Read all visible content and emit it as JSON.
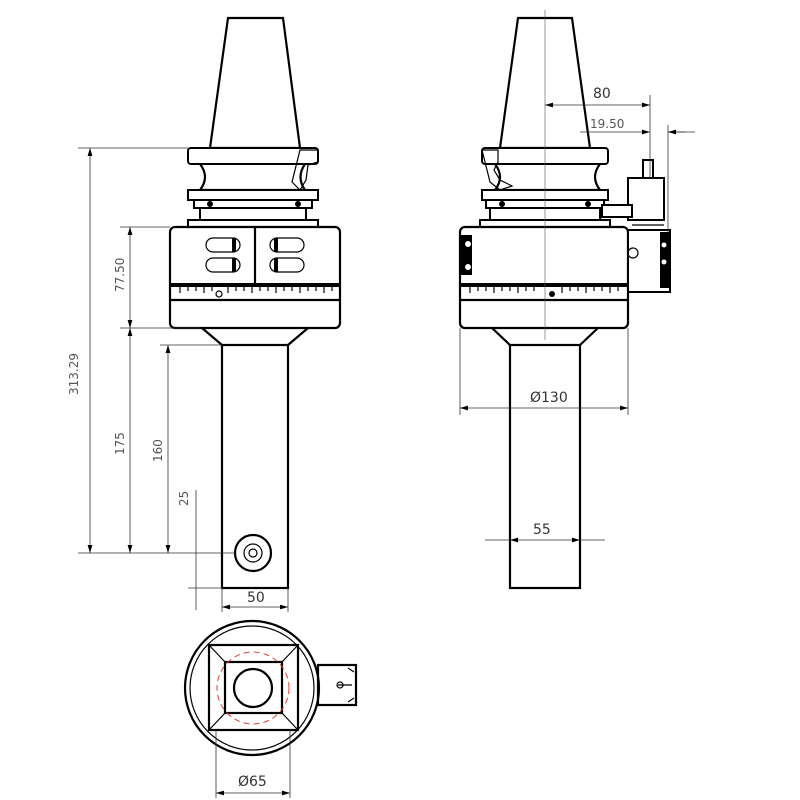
{
  "dimensions": {
    "overall_length": "313.29",
    "body_height": "77.50",
    "shank_from_body": "175",
    "shank_length": "160",
    "hole_offset": "25",
    "shank_width_side": "50",
    "body_diameter": "Ø130",
    "shank_width_front": "55",
    "clamp_offset": "80",
    "clamp_width": "19.50",
    "bore_diameter": "Ø65"
  },
  "colors": {
    "line": "#000000",
    "pitch_circle": "#e04030"
  }
}
